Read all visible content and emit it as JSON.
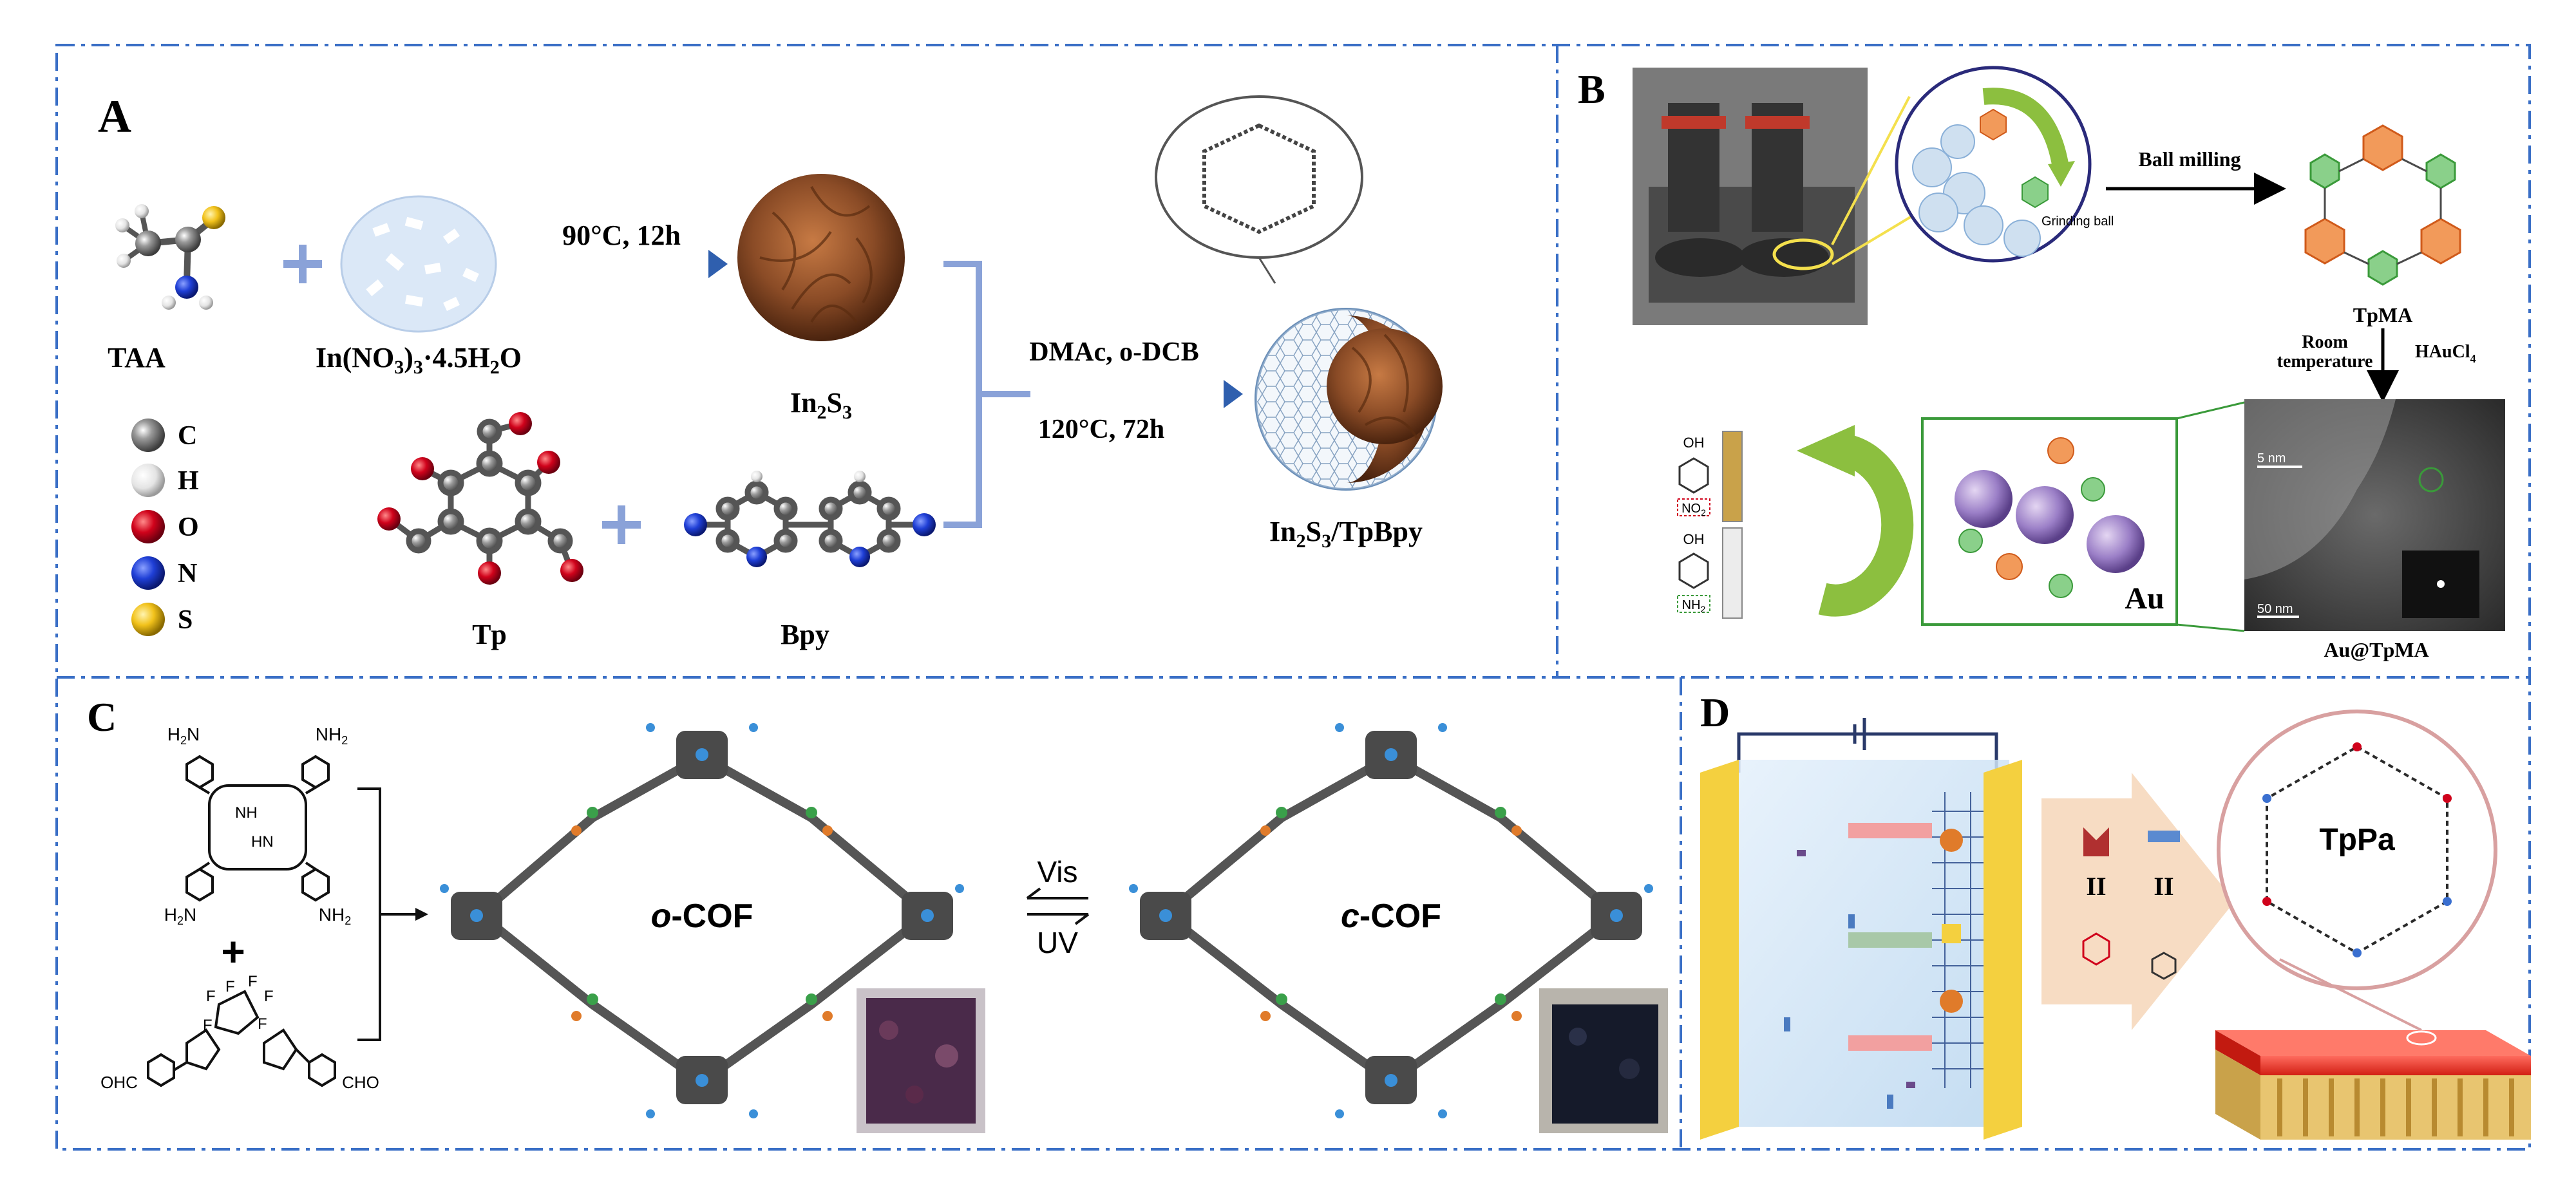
{
  "panels": {
    "A": {
      "letter": "A",
      "reagents": {
        "taa": "TAA",
        "indium_nitrate": "In(NO",
        "indium_nitrate_tail": "·4.5H",
        "indium_nitrate_end": "O",
        "tp": "Tp",
        "bpy": "Bpy"
      },
      "legend": [
        {
          "label": "C",
          "color": "#707070"
        },
        {
          "label": "H",
          "color": "#e6e6e6"
        },
        {
          "label": "O",
          "color": "#d0021b"
        },
        {
          "label": "N",
          "color": "#1f3fd6"
        },
        {
          "label": "S",
          "color": "#f2c21b"
        }
      ],
      "step1": "90°C, 12h",
      "intermediate": "In",
      "intermediate_s": "S",
      "step2_top": "DMAc, o-DCB",
      "step2_bottom": "120°C, 72h",
      "product": "In",
      "product_tail": "S",
      "product_end": "/TpBpy"
    },
    "B": {
      "letter": "B",
      "ball_milling": "Ball milling",
      "grinding_ball": "Grinding ball",
      "tpma": "TpMA",
      "room": "Room",
      "temperature": "temperature",
      "haucl": "HAuCl",
      "haucl_sub": "4",
      "au": "Au",
      "scale1": "5 nm",
      "scale2": "50  nm",
      "product": "Au@TpMA",
      "oh1": "OH",
      "no2": "NO",
      "oh2": "OH",
      "nh2": "NH"
    },
    "C": {
      "letter": "C",
      "h2n_a": "H",
      "nh2_b": "NH",
      "h2n_c": "H",
      "nh2_d": "NH",
      "nh": "NH",
      "hn": "HN",
      "plus": "+",
      "f_labels": [
        "F",
        "F",
        "F",
        "F",
        "F",
        "F"
      ],
      "ohc": "OHC",
      "cho": "CHO",
      "o_cof": "o",
      "c_cof": "c",
      "cof_suffix": "-COF",
      "vis": "Vis",
      "uv": "UV"
    },
    "D": {
      "letter": "D",
      "tppa": "TpPa",
      "equals": "II"
    }
  },
  "colors": {
    "border": "#3a6fc6",
    "arrow": "#2f5fae",
    "brown": "#8a4b26",
    "green": "#3a9a3a",
    "yellow": "#f4d03f",
    "red_cof": "#e8322c"
  }
}
